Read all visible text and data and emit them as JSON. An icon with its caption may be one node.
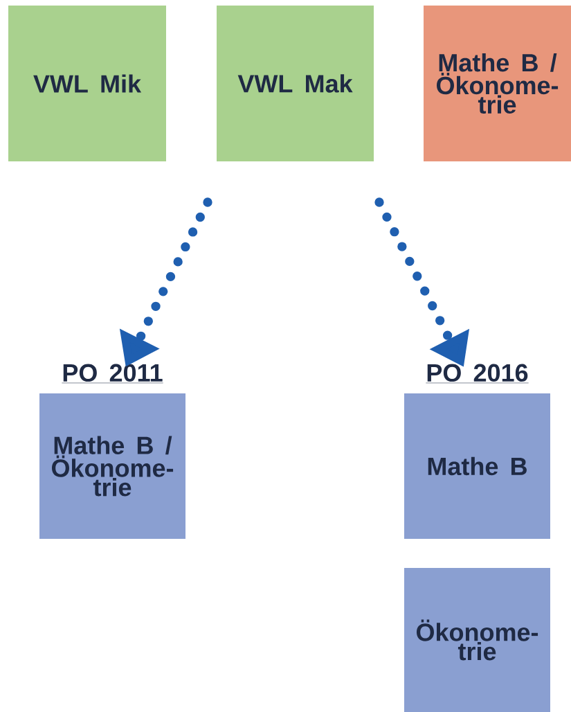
{
  "diagram": {
    "nodes": [
      {
        "text": [
          "VWL Mik"
        ]
      },
      {
        "text": [
          "VWL Mak"
        ]
      },
      {
        "text": [
          "Mathe B / Ökonome-trie"
        ]
      },
      {
        "text": [
          "PO 2011",
          "Mathe B / Ökonome-trie"
        ]
      },
      {
        "text": [
          "PO 2016",
          "Mathe B"
        ]
      },
      {
        "text": [
          "Ökonome-trie"
        ]
      }
    ],
    "edges": [
      {
        "from": null,
        "to": 3,
        "arrow": "to",
        "style": "dashed"
      },
      {
        "from": null,
        "to": 4,
        "arrow": "to",
        "style": "dashed"
      }
    ]
  }
}
